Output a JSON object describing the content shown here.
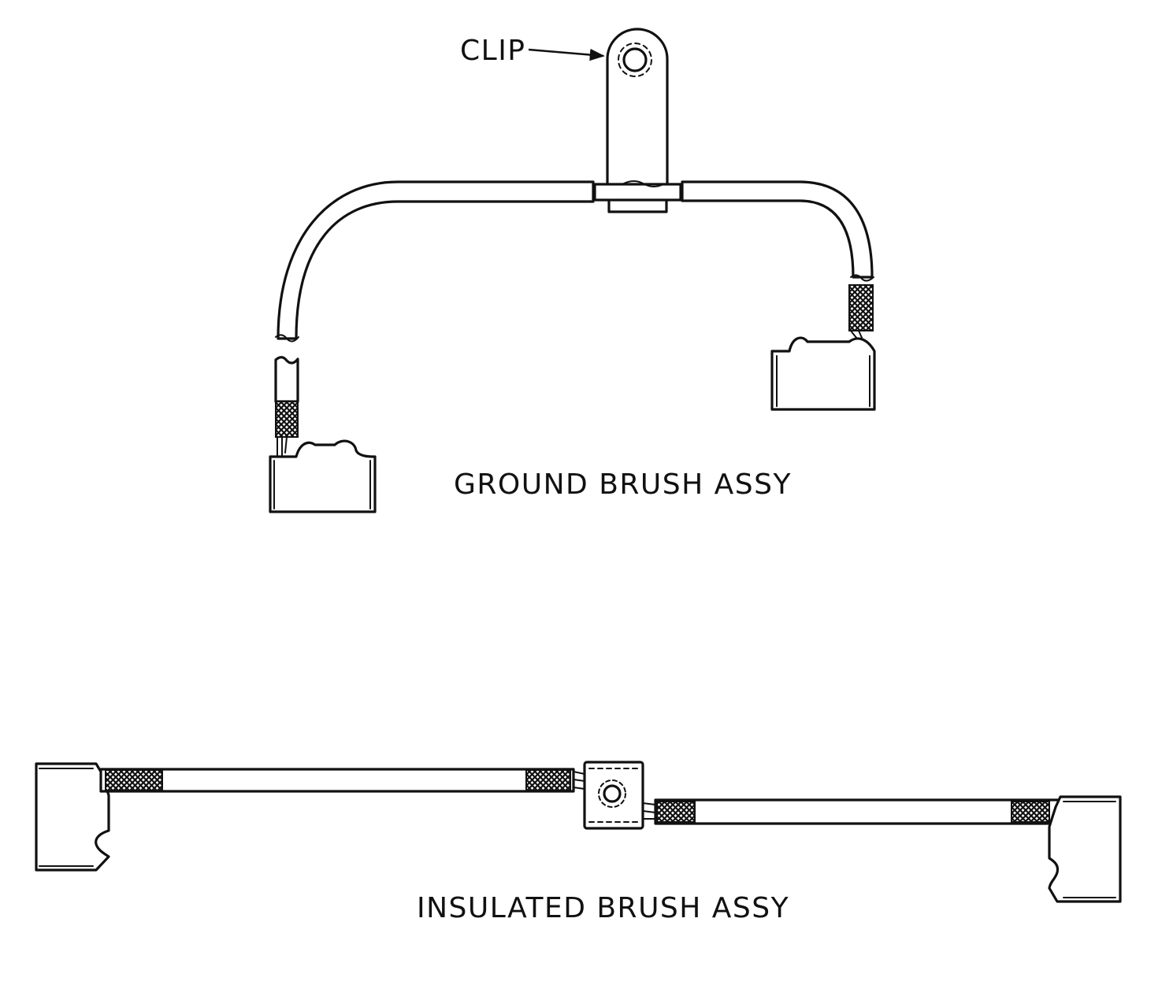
{
  "labels": {
    "clip": "CLIP",
    "ground_assembly": "GROUND BRUSH ASSY",
    "insulated_assembly": "INSULATED BRUSH ASSY"
  },
  "colors": {
    "ink": "#111111",
    "paper": "#ffffff"
  }
}
